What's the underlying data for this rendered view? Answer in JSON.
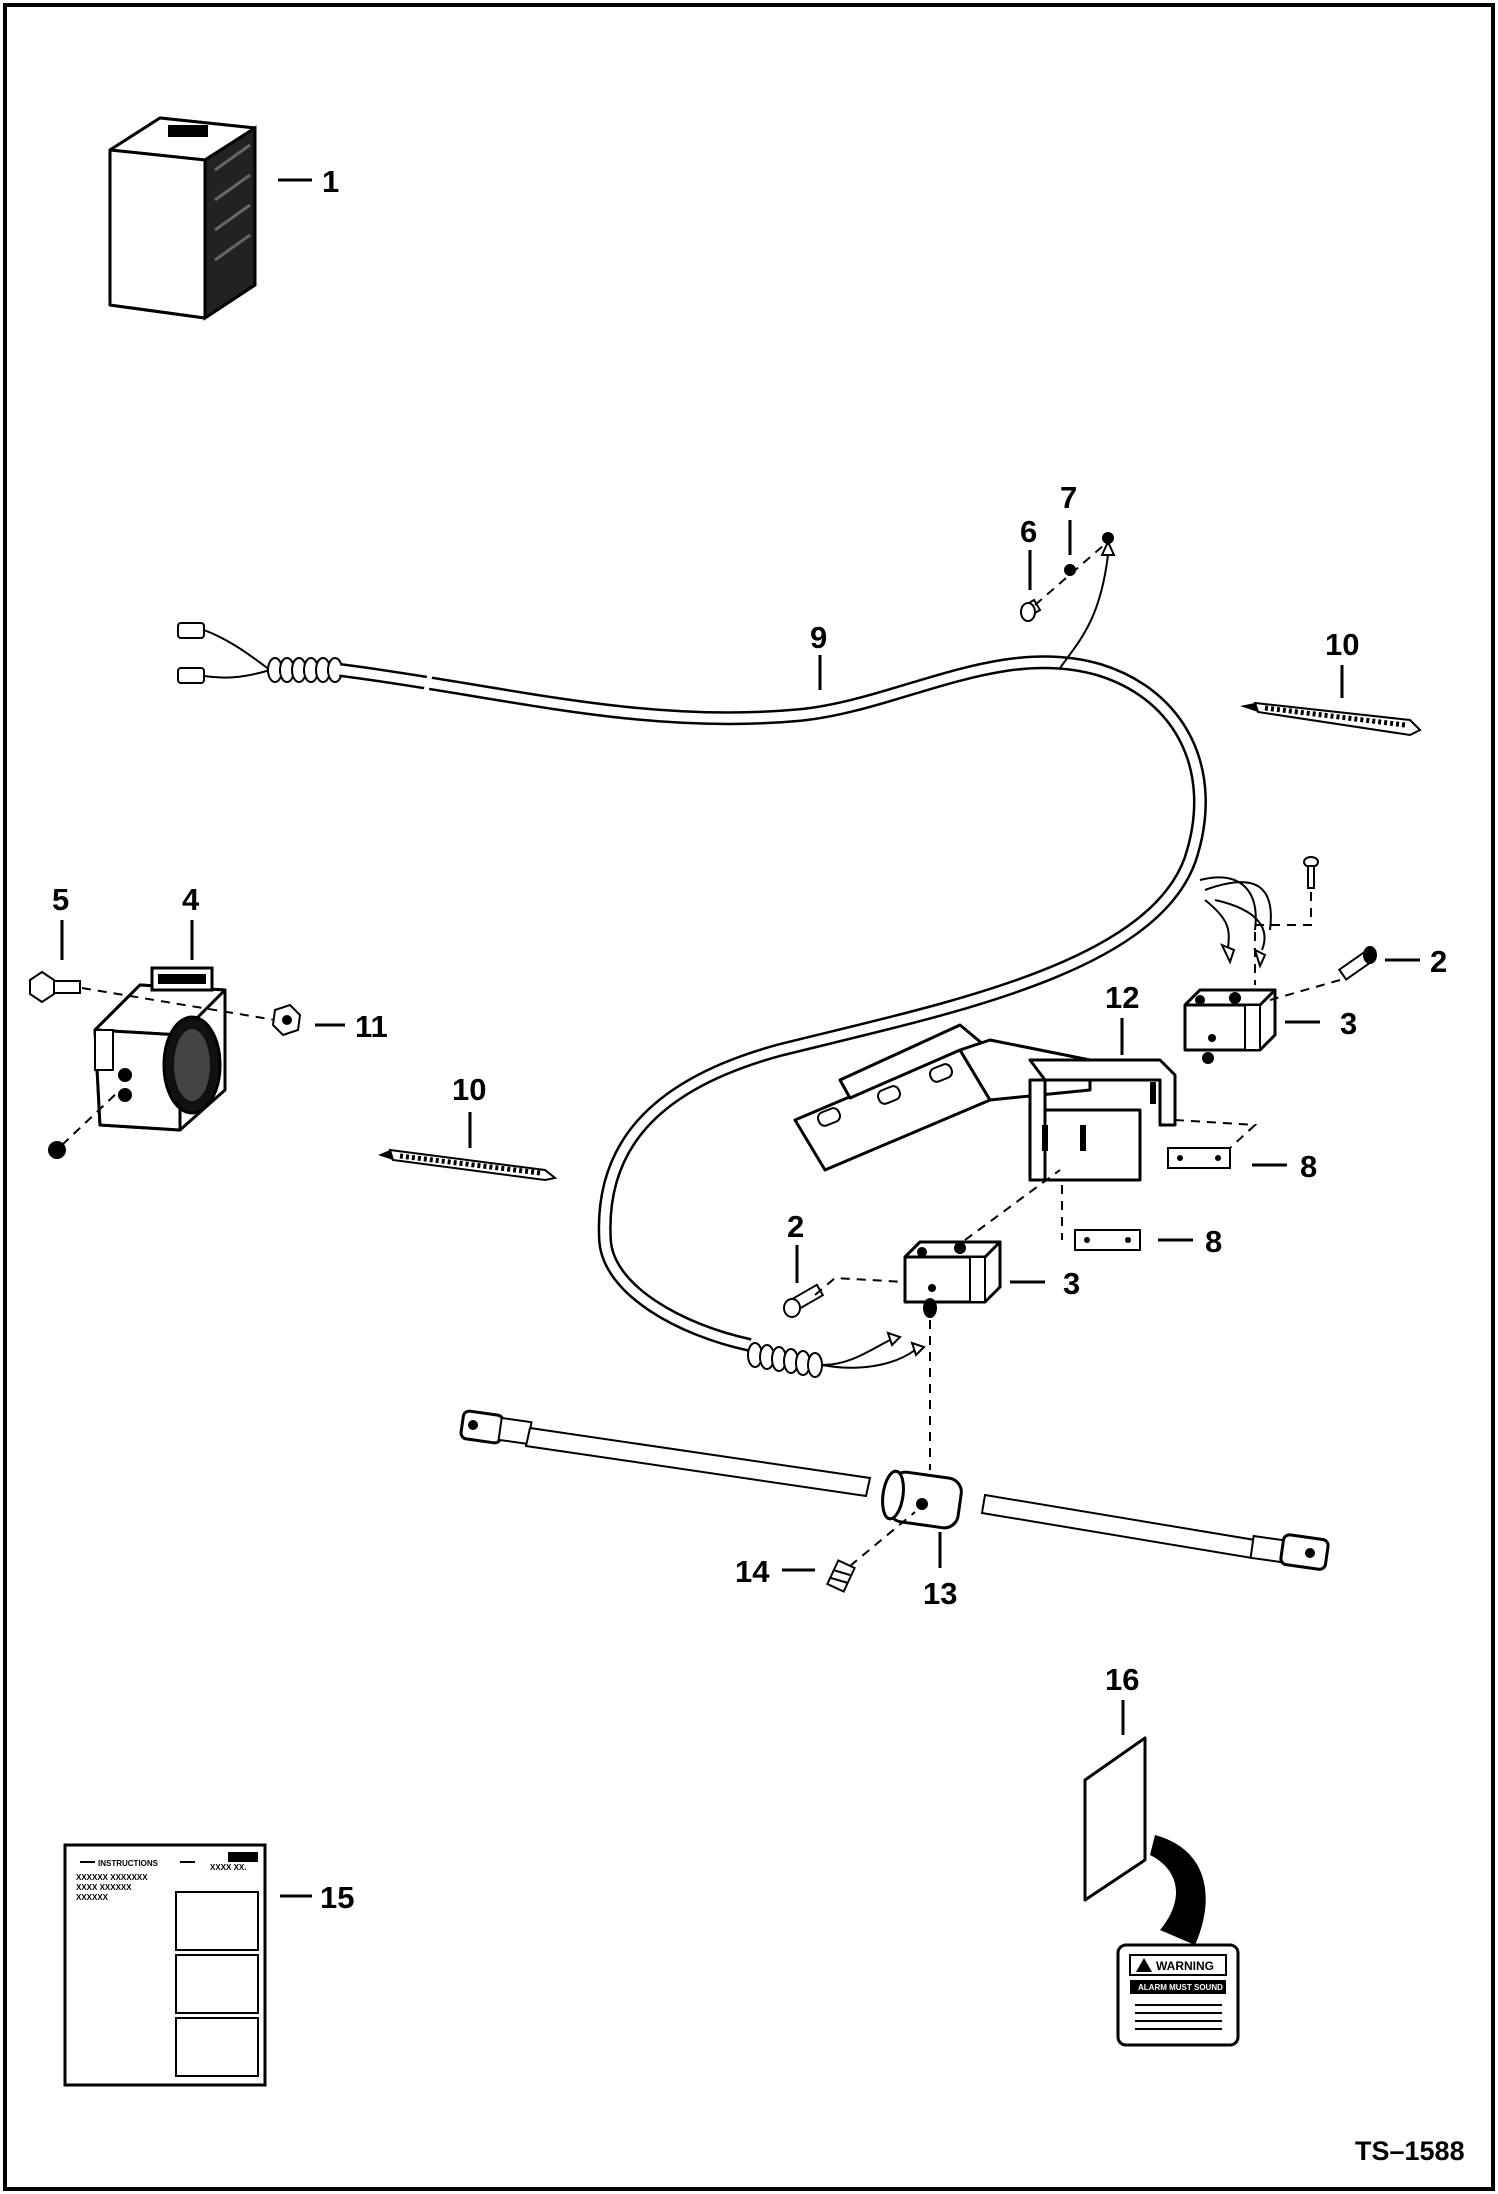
{
  "drawing": {
    "reference": "TS–1588"
  },
  "callouts": {
    "c1": "1",
    "c2a": "2",
    "c2b": "2",
    "c3a": "3",
    "c3b": "3",
    "c4": "4",
    "c5": "5",
    "c6": "6",
    "c7": "7",
    "c8a": "8",
    "c8b": "8",
    "c9": "9",
    "c10a": "10",
    "c10b": "10",
    "c11": "11",
    "c12": "12",
    "c13": "13",
    "c14": "14",
    "c15": "15",
    "c16": "16"
  },
  "manual": {
    "title": "INSTRUCTIONS",
    "lines": [
      "XXXXXX XXXXXXX",
      "XXXX XXXXXX",
      "XXXXXX"
    ],
    "side_label": "XXXX XX."
  },
  "decal": {
    "title": "WARNING",
    "subtitle": "ALARM MUST SOUND"
  }
}
